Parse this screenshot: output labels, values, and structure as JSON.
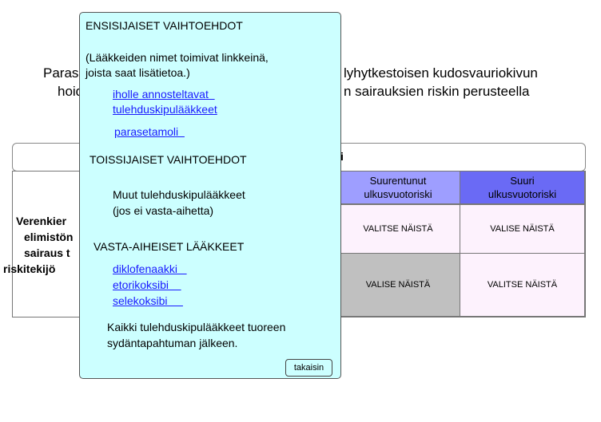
{
  "title": {
    "line1_start": "Paras",
    "line1_end": "lyhytkestoisen kudosvauriokivun",
    "line2_start": "hoid",
    "line2_end": "n sairauksien riskin perusteella"
  },
  "header_bar": {
    "tail_text": "i"
  },
  "row_label": {
    "lines": [
      "Verenkier",
      "elimistön",
      "sairaus t",
      "riskitekijö"
    ]
  },
  "columns": [
    {
      "label_line1": "Suurentunut",
      "label_line2": "ulkusvuotoriski",
      "color": "#9e9eff"
    },
    {
      "label_line1": "Suuri",
      "label_line2": "ulkusvuotoriski",
      "color": "#6a6af5"
    }
  ],
  "cells": [
    {
      "text": "VALITSE NÄISTÄ",
      "color": "#fdf2fd"
    },
    {
      "text": "VALISE NÄISTÄ",
      "color": "#fdf2fd"
    },
    {
      "text": "VALISE NÄISTÄ",
      "color": "#c0c0c0"
    },
    {
      "text": "VALITSE NÄISTÄ",
      "color": "#fdf2fd"
    }
  ],
  "popup": {
    "primary_heading": "ENSISIJAISET VAIHTOEHDOT",
    "note_line1": "(Lääkkeiden nimet toimivat linkkeinä,",
    "note_line2": " joista saat lisätietoa.)",
    "primary_links": [
      "iholle annosteltavat  ",
      "tulehduskipulääkkeet",
      "parasetamoli  "
    ],
    "secondary_heading": "TOISSIJAISET VAIHTOEHDOT",
    "secondary_line1": "Muut tulehduskipulääkkeet",
    "secondary_line2": "(jos ei vasta-aihetta)",
    "contra_heading": "VASTA-AIHEISET LÄÄKKEET",
    "contra_links": [
      "diklofenaakki   ",
      "etorikoksibi    ",
      "selekoksibi     "
    ],
    "contra_line1": "Kaikki tulehduskipulääkkeet tuoreen",
    "contra_line2": "sydäntapahtuman jälkeen.",
    "back_button": "takaisin",
    "background": "#ccffff"
  }
}
